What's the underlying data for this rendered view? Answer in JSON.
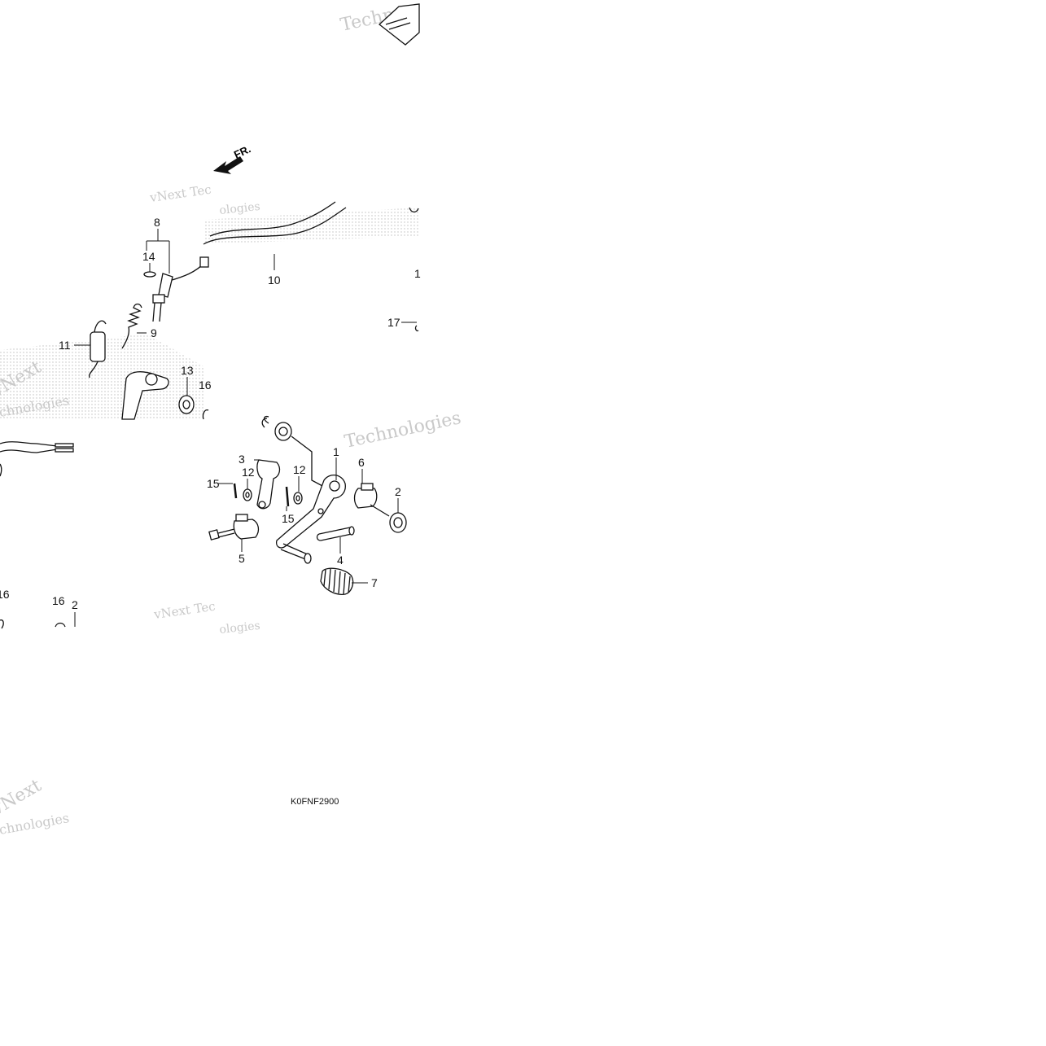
{
  "direction_label": "FR.",
  "drawing_code": "K0FNF2900",
  "watermarks": [
    "vNext Technologies",
    "Technologies",
    "Techno",
    "vNext",
    "vNext Tec",
    "ologies",
    "nologies",
    "chnologies"
  ],
  "callouts": [
    "1",
    "2",
    "3",
    "4",
    "5",
    "6",
    "7",
    "8",
    "9",
    "10",
    "11",
    "12",
    "13",
    "14",
    "15",
    "16",
    "17"
  ]
}
